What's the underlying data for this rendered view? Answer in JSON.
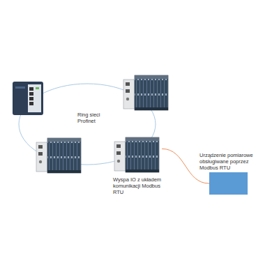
{
  "diagram": {
    "nodes": [
      {
        "text": [
          "Wyspa IO z układem komunikacji Modbus RTU"
        ]
      },
      {
        "text": [
          "Urządzenie pomiarowe obsługiwane poprzez Modbus RTU"
        ]
      }
    ],
    "edges": [
      {
        "from": 0,
        "to": 1,
        "arrow": "none"
      }
    ],
    "labels": [
      "Ring sieci Profinet"
    ]
  }
}
